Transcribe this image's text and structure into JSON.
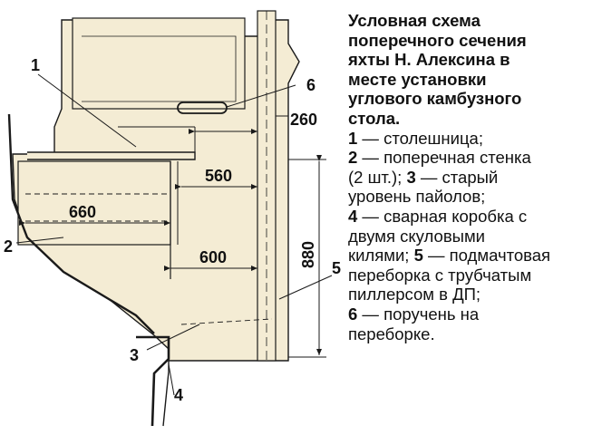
{
  "caption": {
    "title_lines": [
      "Условная схема",
      "поперечного сечения",
      "яхты Н. Алексина в",
      "месте установки",
      "углового камбузного",
      "стола."
    ],
    "legend_lines": [
      {
        "num": "1",
        "text": " — столешница;"
      },
      {
        "num": "2",
        "text": " — поперечная стенка"
      },
      {
        "num": "",
        "text": "(2 шт.); ",
        "num2": "3",
        "text2": " — старый"
      },
      {
        "num": "",
        "text": "уровень пайолов;"
      },
      {
        "num": "4",
        "text": " — сварная коробка с"
      },
      {
        "num": "",
        "text": "двумя скуловыми"
      },
      {
        "num": "",
        "text": "килями; ",
        "num2": "5",
        "text2": " — подмачтовая"
      },
      {
        "num": "",
        "text": "переборка с трубчатым"
      },
      {
        "num": "",
        "text": "пиллерсом в ДП;"
      },
      {
        "num": "6",
        "text": " — поручень на"
      },
      {
        "num": "",
        "text": "переборке."
      }
    ]
  },
  "callouts": {
    "c1": "1",
    "c2": "2",
    "c3": "3",
    "c4": "4",
    "c5": "5",
    "c6": "6"
  },
  "dimensions": {
    "d260": "260",
    "d560": "560",
    "d660": "660",
    "d600": "600",
    "d880": "880"
  },
  "colors": {
    "fill": "#f4ecd4",
    "line": "#1a1a1a"
  }
}
